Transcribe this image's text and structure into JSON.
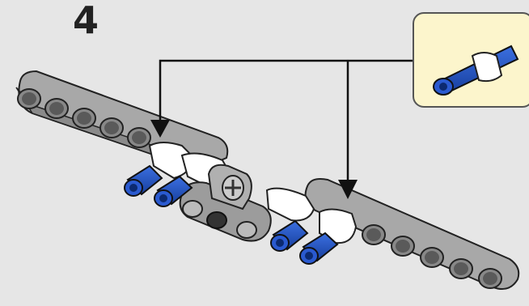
{
  "step": {
    "number": "4"
  },
  "callout": {
    "part": "blue-pin-with-white-bush",
    "quantity_shown": 1,
    "background_color": "#fcf5cc"
  },
  "assembly": {
    "parts": [
      "long-grey-beam-left",
      "long-grey-beam-right",
      "center-grey-beam",
      "axle-connector",
      "white-bush",
      "blue-pin"
    ],
    "pin_count": 4,
    "arrow_count": 2
  },
  "colors": {
    "beam_grey": "#a9a9a9",
    "pin_blue": "#1e4fbf",
    "bush_white": "#ffffff",
    "arrow_black": "#111111",
    "callout_bg": "#fcf5cc"
  }
}
